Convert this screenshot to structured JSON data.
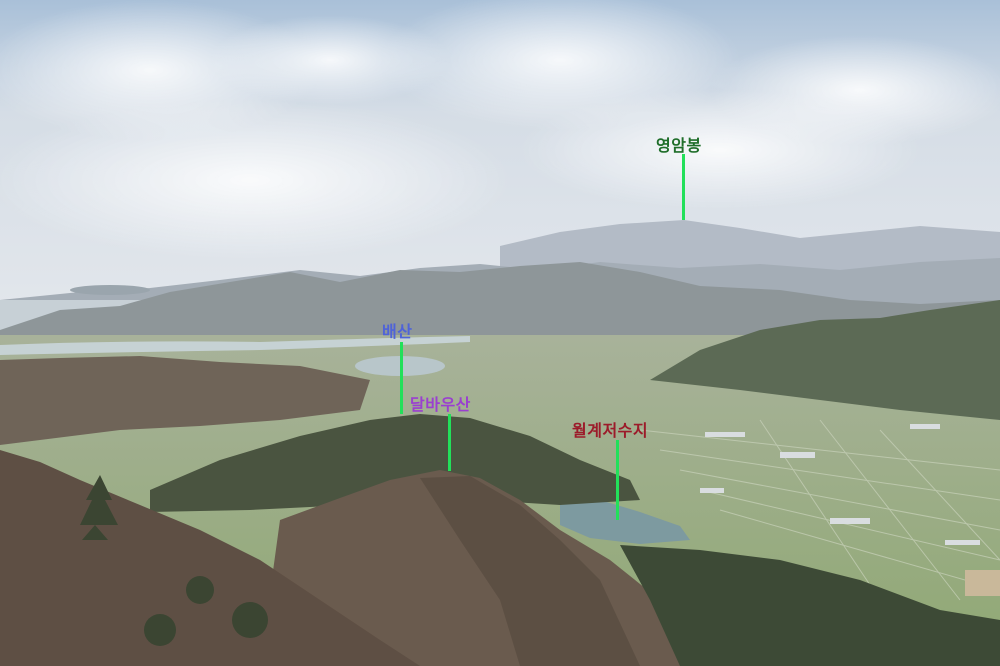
{
  "labels": {
    "youngam": {
      "text": "영암봉",
      "color": "#1f6e2a"
    },
    "baesan": {
      "text": "배산",
      "color": "#4f63d8"
    },
    "dalbau": {
      "text": "달바우산",
      "color": "#9a3fd0"
    },
    "wolgye": {
      "text": "월계저수지",
      "color": "#9c1b2a"
    }
  },
  "colors": {
    "leader_line": "#22e05a",
    "sky_top": "#a9c0d8",
    "haze": "#e3e7ec",
    "near_ridge": "#5e4f44",
    "forest": "#3d4a36",
    "fields": "#8fa873",
    "reservoir": "#7d9aa0"
  }
}
